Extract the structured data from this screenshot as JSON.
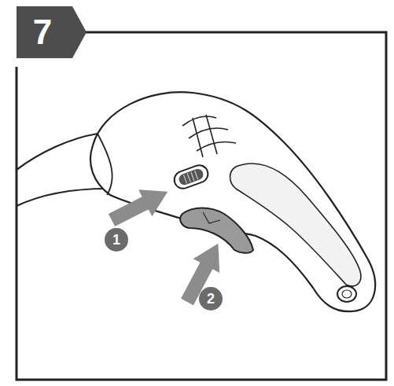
{
  "diagram": {
    "labels": [
      "7",
      "1",
      "2"
    ]
  }
}
